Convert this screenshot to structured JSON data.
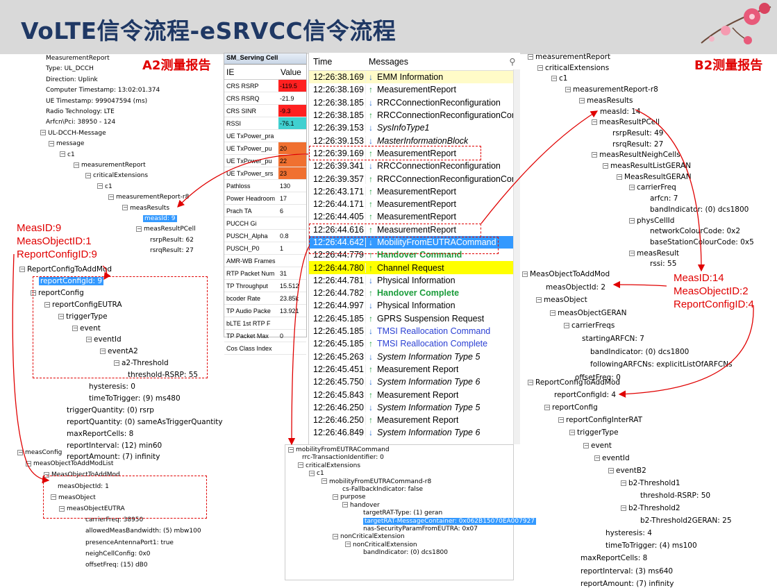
{
  "slide_title": "VoLTE信令流程-eSRVCC信令流程",
  "labels": {
    "a2_report": "A2测量报告",
    "b2_report": "B2测量报告",
    "left_ids": [
      "MeasID:9",
      "MeasObjectID:1",
      "ReportConfigID:9"
    ],
    "right_ids": [
      "MeasID:14",
      "MeasObjectID:2",
      "ReportConfigID:4"
    ]
  },
  "left_tree": [
    "MeasurementReport",
    "Type: UL_DCCH",
    "Direction: Uplink",
    "Computer Timestamp: 13:02:01.374",
    "UE Timestamp: 999047594 (ms)",
    "Radio Technology: LTE",
    "Arfcn\\Pci: 38950 - 124",
    "UL-DCCH-Message",
    "message",
    "c1",
    "measurementReport",
    "criticalExtensions",
    "c1",
    "measurementReport-r8",
    "measResults",
    "measId: 9",
    "measResultPCell",
    "rsrpResult: 62",
    "rsrqResult: 27"
  ],
  "left_tree2": [
    "ReportConfigToAddMod",
    "reportConfigId: 9",
    "reportConfig",
    "reportConfigEUTRA",
    "triggerType",
    "event",
    "eventId",
    "eventA2",
    "a2-Threshold",
    "threshold-RSRP: 55",
    "hysteresis: 0",
    "timeToTrigger: (9) ms480",
    "triggerQuantity: (0) rsrp",
    "reportQuantity: (0) sameAsTriggerQuantity",
    "maxReportCells: 8",
    "reportInterval: (12) min60",
    "reportAmount: (7) infinity"
  ],
  "left_tree3": [
    "measConfig",
    "measObjectToAddModList",
    "MeasObjectToAddMod",
    "measObjectId: 1",
    "measObject",
    "measObjectEUTRA",
    "carrierFreq: 38950",
    "allowedMeasBandwidth: (5) mbw100",
    "presenceAntennaPort1: true",
    "neighCellConfig: 0x0",
    "offsetFreq: (15) dB0"
  ],
  "param_panel": {
    "tab": "SM_Serving Cell",
    "col_ie": "IE",
    "col_value": "Value",
    "rows": [
      {
        "k": "CRS RSRP",
        "v": "-119.5",
        "c": "#ff2020"
      },
      {
        "k": "CRS RSRQ",
        "v": "-21.9",
        "c": ""
      },
      {
        "k": "CRS SINR",
        "v": "-9.3",
        "c": "#ff2020"
      },
      {
        "k": "RSSI",
        "v": "-76.1",
        "c": "#40d0d0"
      },
      {
        "k": "UE TxPower_pra",
        "v": "",
        "c": ""
      },
      {
        "k": "UE TxPower_pu",
        "v": "20",
        "c": "#f07030"
      },
      {
        "k": "UE TxPower_pu",
        "v": "22",
        "c": "#f07030"
      },
      {
        "k": "UE TxPower_srs",
        "v": "23",
        "c": "#f07030"
      },
      {
        "k": "Pathloss",
        "v": "130",
        "c": ""
      },
      {
        "k": "Power Headroom",
        "v": "17",
        "c": ""
      },
      {
        "k": "Prach TA",
        "v": "6",
        "c": ""
      },
      {
        "k": "PUCCH Gi",
        "v": "",
        "c": ""
      },
      {
        "k": "PUSCH_Alpha",
        "v": "0.8",
        "c": ""
      },
      {
        "k": "PUSCH_P0",
        "v": "1",
        "c": ""
      },
      {
        "k": "AMR-WB Frames",
        "v": "",
        "c": ""
      },
      {
        "k": "RTP Packet Num",
        "v": "31",
        "c": ""
      },
      {
        "k": "TP Throughput",
        "v": "15.512",
        "c": ""
      },
      {
        "k": "bcoder Rate",
        "v": "23.85k",
        "c": ""
      },
      {
        "k": "TP Audio Packe",
        "v": "13.921",
        "c": ""
      },
      {
        "k": "bLTE 1st RTP F",
        "v": "",
        "c": ""
      },
      {
        "k": "TP Packet Max",
        "v": "0",
        "c": ""
      },
      {
        "k": "Cos Class Index",
        "v": "",
        "c": ""
      }
    ]
  },
  "message_list": {
    "col_time": "Time",
    "col_messages": "Messages",
    "rows": [
      {
        "t": "12:26:38.169",
        "d": "down",
        "m": "EMM Information",
        "s": "bg-yellow"
      },
      {
        "t": "12:26:38.169",
        "d": "up",
        "m": "MeasurementReport",
        "s": ""
      },
      {
        "t": "12:26:38.185",
        "d": "down",
        "m": "RRCConnectionReconfiguration",
        "s": ""
      },
      {
        "t": "12:26:38.185",
        "d": "up",
        "m": "RRCConnectionReconfigurationCom",
        "s": ""
      },
      {
        "t": "12:26:39.153",
        "d": "down",
        "m": "SysInfoType1",
        "s": "italic"
      },
      {
        "t": "12:26:39.153",
        "d": "down",
        "m": "MasterInformationBlock",
        "s": "italic"
      },
      {
        "t": "12:26:39.169",
        "d": "up",
        "m": "MeasurementReport",
        "s": ""
      },
      {
        "t": "12:26:39.341",
        "d": "down",
        "m": "RRCConnectionReconfiguration",
        "s": ""
      },
      {
        "t": "12:26:39.357",
        "d": "up",
        "m": "RRCConnectionReconfigurationCom",
        "s": ""
      },
      {
        "t": "12:26:43.171",
        "d": "up",
        "m": "MeasurementReport",
        "s": ""
      },
      {
        "t": "12:26:44.171",
        "d": "up",
        "m": "MeasurementReport",
        "s": ""
      },
      {
        "t": "12:26:44.405",
        "d": "up",
        "m": "MeasurementReport",
        "s": ""
      },
      {
        "t": "12:26:44.616",
        "d": "up",
        "m": "MeasurementReport",
        "s": ""
      },
      {
        "t": "12:26:44.642",
        "d": "down",
        "m": "MobilityFromEUTRACommand",
        "s": "selected"
      },
      {
        "t": "12:26:44.779",
        "d": "up",
        "m": "Handover Command",
        "s": "green"
      },
      {
        "t": "12:26:44.780",
        "d": "up",
        "m": "Channel Request",
        "s": "bg-yellow2"
      },
      {
        "t": "12:26:44.781",
        "d": "down",
        "m": "Physical Information",
        "s": ""
      },
      {
        "t": "12:26:44.782",
        "d": "up",
        "m": "Handover Complete",
        "s": "green"
      },
      {
        "t": "12:26:44.997",
        "d": "down",
        "m": "Physical Information",
        "s": ""
      },
      {
        "t": "12:26:45.185",
        "d": "up",
        "m": "GPRS Suspension Request",
        "s": ""
      },
      {
        "t": "12:26:45.185",
        "d": "down",
        "m": "TMSI Reallocation Command",
        "s": "blue"
      },
      {
        "t": "12:26:45.185",
        "d": "up",
        "m": "TMSI Reallocation Complete",
        "s": "blue"
      },
      {
        "t": "12:26:45.263",
        "d": "down",
        "m": "System Information Type 5",
        "s": "italic"
      },
      {
        "t": "12:26:45.451",
        "d": "up",
        "m": "Measurement Report",
        "s": ""
      },
      {
        "t": "12:26:45.750",
        "d": "down",
        "m": "System Information Type 6",
        "s": "italic"
      },
      {
        "t": "12:26:45.843",
        "d": "up",
        "m": "Measurement Report",
        "s": ""
      },
      {
        "t": "12:26:46.250",
        "d": "down",
        "m": "System Information Type 5",
        "s": "italic"
      },
      {
        "t": "12:26:46.250",
        "d": "up",
        "m": "Measurement Report",
        "s": ""
      },
      {
        "t": "12:26:46.849",
        "d": "down",
        "m": "System Information Type 6",
        "s": "italic"
      }
    ]
  },
  "bottom_tree": [
    "mobilityFromEUTRACommand",
    "rrc-TransactionIdentifier: 0",
    "criticalExtensions",
    "c1",
    "mobilityFromEUTRACommand-r8",
    "cs-FallbackIndicator: false",
    "purpose",
    "handover",
    "targetRAT-Type: (1) geran",
    "targetRAT-MessageContainer: 0x062B15070EA007927",
    "nas-SecurityParamFromEUTRA: 0x07",
    "nonCriticalExtension",
    "nonCriticalExtension",
    "bandIndicator: (0) dcs1800"
  ],
  "right_tree": [
    "measurementReport",
    "criticalExtensions",
    "c1",
    "measurementReport-r8",
    "measResults",
    "measId: 14",
    "measResultPCell",
    "rsrpResult: 49",
    "rsrqResult: 27",
    "measResultNeighCells",
    "measResultListGERAN",
    "MeasResultGERAN",
    "carrierFreq",
    "arfcn: 7",
    "bandIndicator: (0) dcs1800",
    "physCellId",
    "networkColourCode: 0x2",
    "baseStationColourCode: 0x5",
    "measResult",
    "rssi: 55"
  ],
  "right_tree2": [
    "MeasObjectToAddMod",
    "measObjectId: 2",
    "measObject",
    "measObjectGERAN",
    "carrierFreqs",
    "startingARFCN: 7",
    "bandIndicator: (0) dcs1800",
    "followingARFCNs: explicitListOfARFCNs",
    "offsetFreq: 0"
  ],
  "right_tree3": [
    "ReportConfigToAddMod",
    "reportConfigId: 4",
    "reportConfig",
    "reportConfigInterRAT",
    "triggerType",
    "event",
    "eventId",
    "eventB2",
    "b2-Threshold1",
    "threshold-RSRP: 50",
    "b2-Threshold2",
    "b2-Threshold2GERAN: 25",
    "hysteresis: 4",
    "timeToTrigger: (4) ms100",
    "maxReportCells: 8",
    "reportInterval: (3) ms640",
    "reportAmount: (7) infinity"
  ]
}
